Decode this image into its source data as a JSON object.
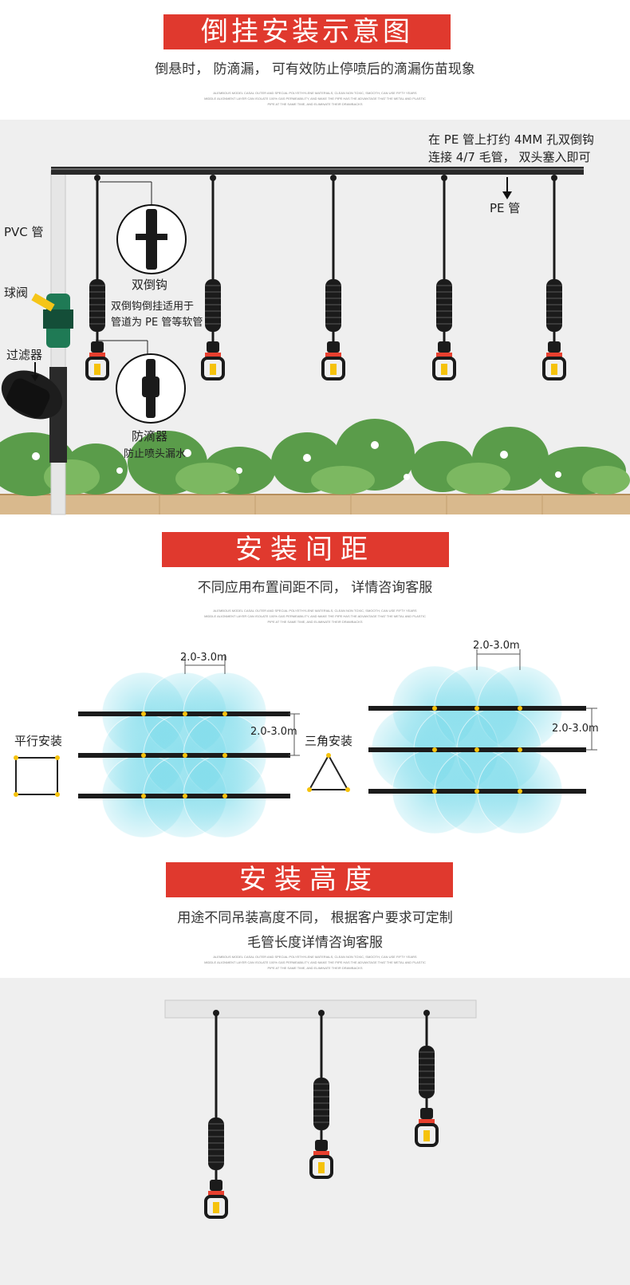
{
  "section1": {
    "title": "倒挂安装示意图",
    "subtitle": "倒悬时， 防滴漏， 可有效防止停喷后的滴漏伤苗现象",
    "fine_print": [
      "ALEMBOUS MODEL CASAL OUTER AND SPECIAL POLYETHYLENE MATERIALS, CLEAN NON TOXIC, SMOOTH, CAN USE FIFTY YEARS",
      "MIDDLE ALIGNMENT LAYER CAN ISOLATE 100% GAS PERMEABILITY, AND MAKE THE PIPE HAS THE ADVANTAGE THAT THE METAL AND PLASTIC",
      "PIPE AT THE SAME TIME, AND ELIMINATE THEIR DRAWBACKS"
    ],
    "note_line1": "在 PE 管上打约 4MM 孔双倒钩",
    "note_line2": "连接 4/7 毛管， 双头塞入即可",
    "pe_label": "PE 管",
    "pvc_label": "PVC 管",
    "valve_label": "球阀",
    "filter_label": "过滤器",
    "barb_title": "双倒钩",
    "barb_desc1": "双倒钩倒挂适用于",
    "barb_desc2": "管道为 PE 管等软管",
    "antidrip_title": "防滴器",
    "antidrip_desc": "防止喷头漏水"
  },
  "section2": {
    "title": "安装间距",
    "subtitle": "不同应用布置间距不同， 详情咨询客服",
    "fine_print": [
      "ALEMBOUS MODEL CASAL OUTER AND SPECIAL POLYETHYLENE MATERIALS, CLEAN NON TOXIC, SMOOTH, CAN USE FIFTY YEARS",
      "MIDDLE ALIGNMENT LAYER CAN ISOLATE 100% GAS PERMEABILITY, AND MAKE THE PIPE HAS THE ADVANTAGE THAT THE METAL AND PLASTIC",
      "PIPE AT THE SAME TIME, AND ELIMINATE THEIR DRAWBACKS"
    ],
    "parallel_label": "平行安装",
    "triangle_label": "三角安装",
    "spacing_h_left": "2.0-3.0m",
    "spacing_v_left": "2.0-3.0m",
    "spacing_h_right": "2.0-3.0m",
    "spacing_v_right": "2.0-3.0m"
  },
  "section3": {
    "title": "安装高度",
    "subtitle1": "用途不同吊装高度不同， 根据客户要求可定制",
    "subtitle2": "毛管长度详情咨询客服",
    "fine_print": [
      "ALEMBOUS MODEL CASAL OUTER AND SPECIAL POLYETHYLENE MATERIALS, CLEAN NON TOXIC, SMOOTH, CAN USE FIFTY YEARS",
      "MIDDLE ALIGNMENT LAYER CAN ISOLATE 100% GAS PERMEABILITY, AND MAKE THE PIPE HAS THE ADVANTAGE THAT THE METAL AND PLASTIC",
      "PIPE AT THE SAME TIME, AND ELIMINATE THEIR DRAWBACKS"
    ]
  },
  "colors": {
    "banner_red": "#e0392e",
    "water_cyan": "#5fd3e6",
    "pipe_black": "#1b1b1b",
    "nozzle_red": "#e8402f",
    "nozzle_yellow": "#f5c20b",
    "valve_green": "#1f7a55",
    "valve_yellow": "#f5c518",
    "bush_green": "#5a9c4a",
    "ground_tan": "#d9b98d"
  }
}
